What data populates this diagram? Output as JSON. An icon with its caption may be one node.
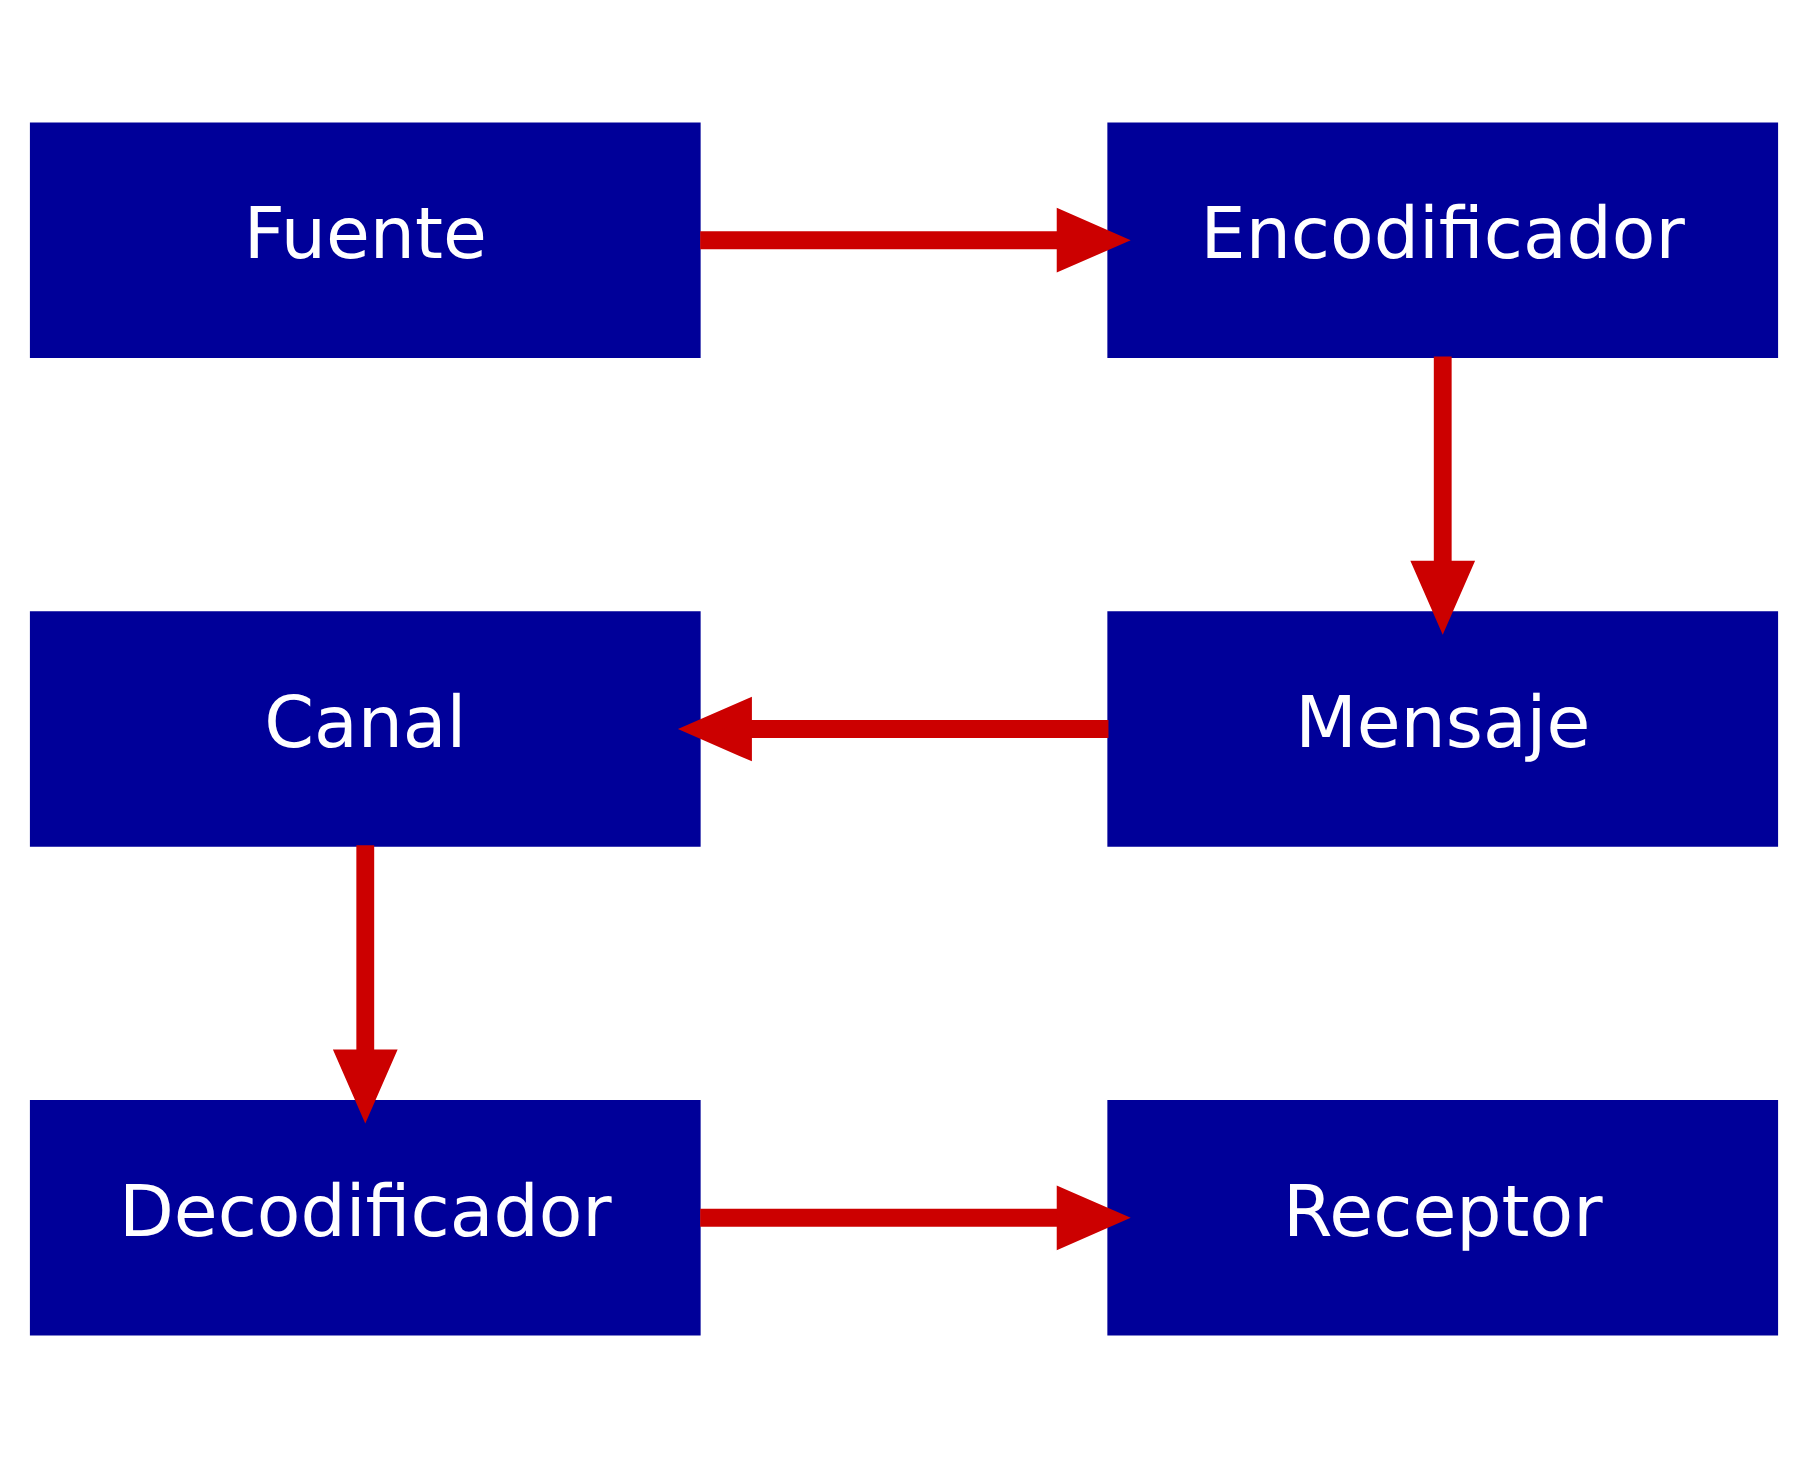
{
  "diagram": {
    "nodes": [
      {
        "text": [
          "Fuente"
        ]
      },
      {
        "text": [
          "Encodificador"
        ]
      },
      {
        "text": [
          "Mensaje"
        ]
      },
      {
        "text": [
          "Canal"
        ]
      },
      {
        "text": [
          "Decodificador"
        ]
      },
      {
        "text": [
          "Receptor"
        ]
      }
    ],
    "edges": [
      {
        "from": 0,
        "to": 1,
        "arrow": "to"
      },
      {
        "from": 1,
        "to": 2,
        "arrow": "to"
      },
      {
        "from": 2,
        "to": 3,
        "arrow": "to"
      },
      {
        "from": 3,
        "to": 4,
        "arrow": "to"
      },
      {
        "from": 4,
        "to": 5,
        "arrow": "to"
      }
    ]
  }
}
